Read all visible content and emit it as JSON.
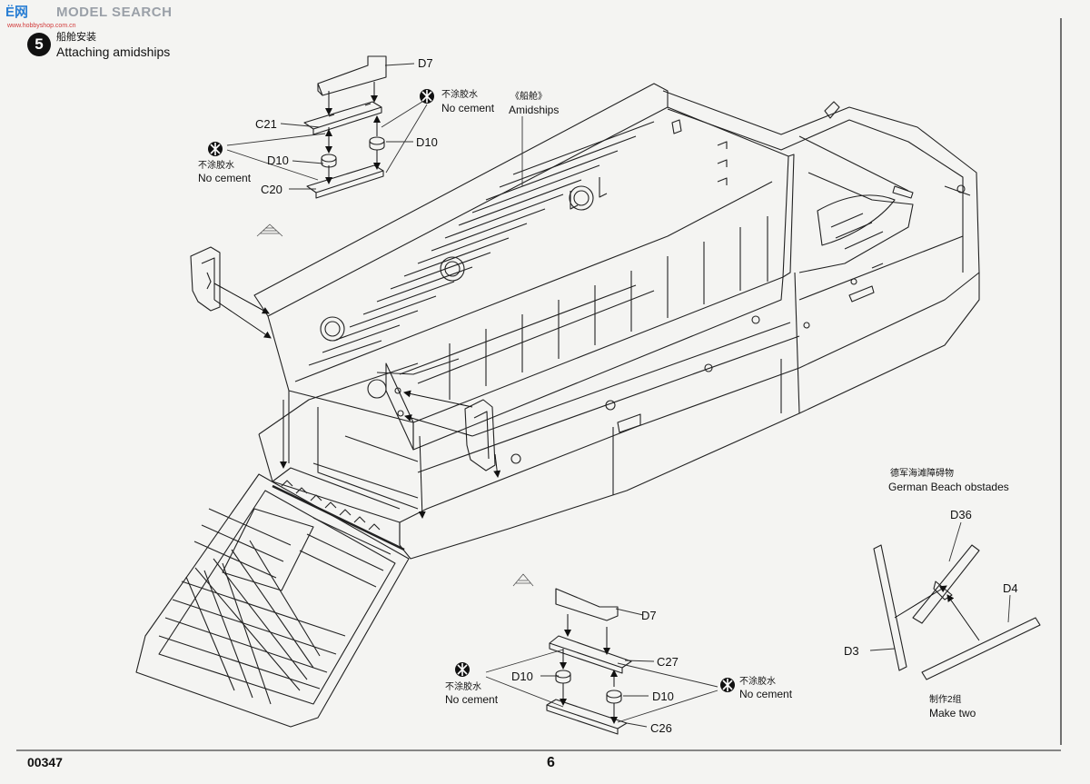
{
  "watermark": {
    "cn": "Ё网",
    "en": "MODEL SEARCH",
    "url": "www.hobbyshop.com.cn"
  },
  "step": {
    "number": "5",
    "title_cn": "船舱安装",
    "title_en": "Attaching amidships"
  },
  "labels": {
    "top_d7": "D7",
    "top_c21": "C21",
    "top_d10_right": "D10",
    "top_d10_left": "D10",
    "top_c20": "C20",
    "top_nocement_right_cn": "不涂胶水",
    "top_nocement_right_en": "No cement",
    "top_nocement_left_cn": "不涂胶水",
    "top_nocement_left_en": "No cement",
    "amidships_cn": "《船舱》",
    "amidships_en": "Amidships",
    "obstacles_cn": "德军海滩障碍物",
    "obstacles_en": "German Beach obstades",
    "d36": "D36",
    "d4": "D4",
    "d3": "D3",
    "make_two_cn": "制作2组",
    "make_two_en": "Make two",
    "bottom_d7": "D7",
    "bottom_c27": "C27",
    "bottom_d10_left": "D10",
    "bottom_d10_right": "D10",
    "bottom_c26": "C26",
    "bottom_nocement_left_cn": "不涂胶水",
    "bottom_nocement_left_en": "No cement",
    "bottom_nocement_right_cn": "不涂胶水",
    "bottom_nocement_right_en": "No cement"
  },
  "footer": {
    "code": "00347",
    "page": "6"
  },
  "icons": [
    "no-cement-icon",
    "direction-arrow-icon",
    "step-number-badge"
  ]
}
